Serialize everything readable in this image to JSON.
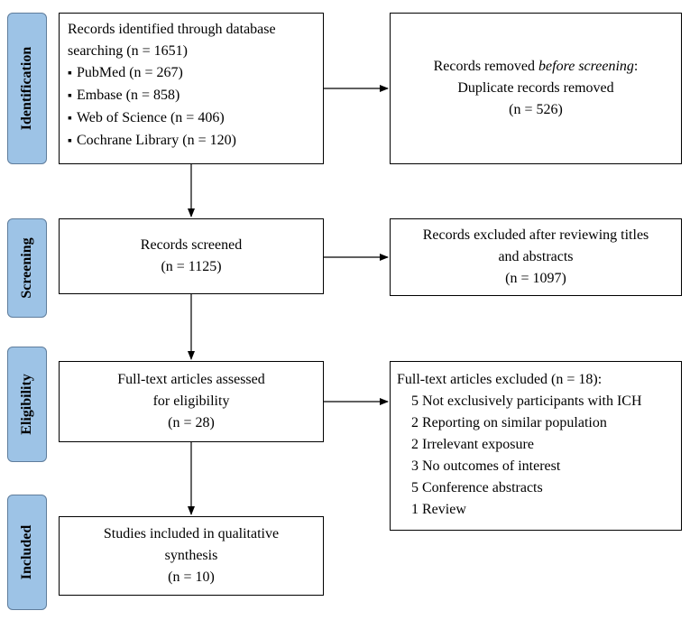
{
  "phases": {
    "identification": "Identification",
    "screening": "Screening",
    "eligibility": "Eligibility",
    "included": "Included"
  },
  "identification": {
    "line1": "Records identified through database",
    "line2": "searching (n = 1651)",
    "sources": [
      "PubMed (n = 267)",
      "Embase (n = 858)",
      "Web of Science (n = 406)",
      "Cochrane Library (n = 120)"
    ]
  },
  "removed": {
    "prefix": "Records removed ",
    "emphasis": "before screening",
    "suffix": ":",
    "line2": "Duplicate records removed",
    "count": "(n = 526)"
  },
  "screened": {
    "line1": "Records screened",
    "count": "(n = 1125)"
  },
  "excluded_screening": {
    "line1": "Records excluded after reviewing titles",
    "line2": "and abstracts",
    "count": "(n = 1097)"
  },
  "fulltext": {
    "line1": "Full-text articles assessed",
    "line2": "for eligibility",
    "count": "(n = 28)"
  },
  "excluded_fulltext": {
    "header": "Full-text articles excluded (n = 18):",
    "reasons": [
      "5 Not exclusively participants with ICH",
      "2 Reporting on similar population",
      "2 Irrelevant exposure",
      "3 No outcomes of interest",
      "5 Conference abstracts",
      "1 Review"
    ]
  },
  "included": {
    "line1": "Studies included in qualitative",
    "line2": "synthesis",
    "count": "(n = 10)"
  }
}
